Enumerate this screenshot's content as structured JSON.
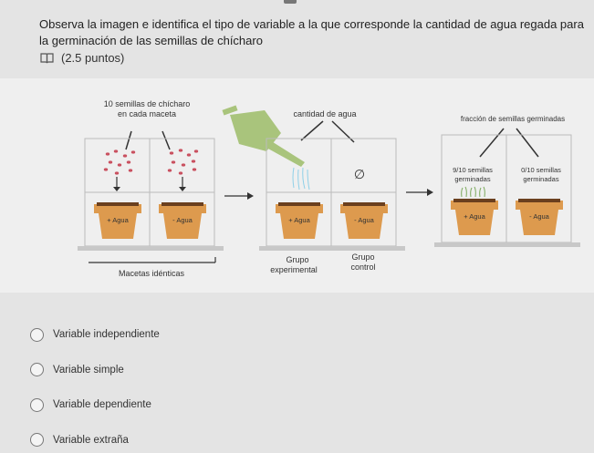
{
  "question": {
    "text": "Observa la imagen e identifica el tipo de variable a la que corresponde la cantidad de agua regada para la germinación de las semillas de chícharo",
    "points": "(2.5 puntos)"
  },
  "figure": {
    "panel1_title_line1": "10 semillas de chícharo",
    "panel1_title_line2": "en cada maceta",
    "panel1_pot_left": "+ Agua",
    "panel1_pot_right": "- Agua",
    "panel1_caption": "Macetas idénticas",
    "panel2_title": "cantidad de agua",
    "panel2_empty_symbol": "∅",
    "panel2_pot_left": "+ Agua",
    "panel2_pot_right": "- Agua",
    "panel2_group_left_line1": "Grupo",
    "panel2_group_left_line2": "experimental",
    "panel2_group_right_line1": "Grupo",
    "panel2_group_right_line2": "control",
    "panel3_title": "fracción de semillas germinadas",
    "panel3_left_line1": "9/10 semillas",
    "panel3_left_line2": "germinadas",
    "panel3_right_line1": "0/10 semillas",
    "panel3_right_line2": "germinadas",
    "panel3_pot_left": "+ Agua",
    "panel3_pot_right": "- Agua"
  },
  "options": [
    {
      "label": "Variable independiente"
    },
    {
      "label": "Variable simple"
    },
    {
      "label": "Variable dependiente"
    },
    {
      "label": "Variable extraña"
    }
  ],
  "icons": {
    "points": "book-icon",
    "option": "radio-button-icon"
  },
  "colors": {
    "pot": "#dd9a4e",
    "soil": "#6b3f1e",
    "seed": "#c9505f",
    "can": "#a9c47c",
    "water": "#8fd0e8"
  }
}
